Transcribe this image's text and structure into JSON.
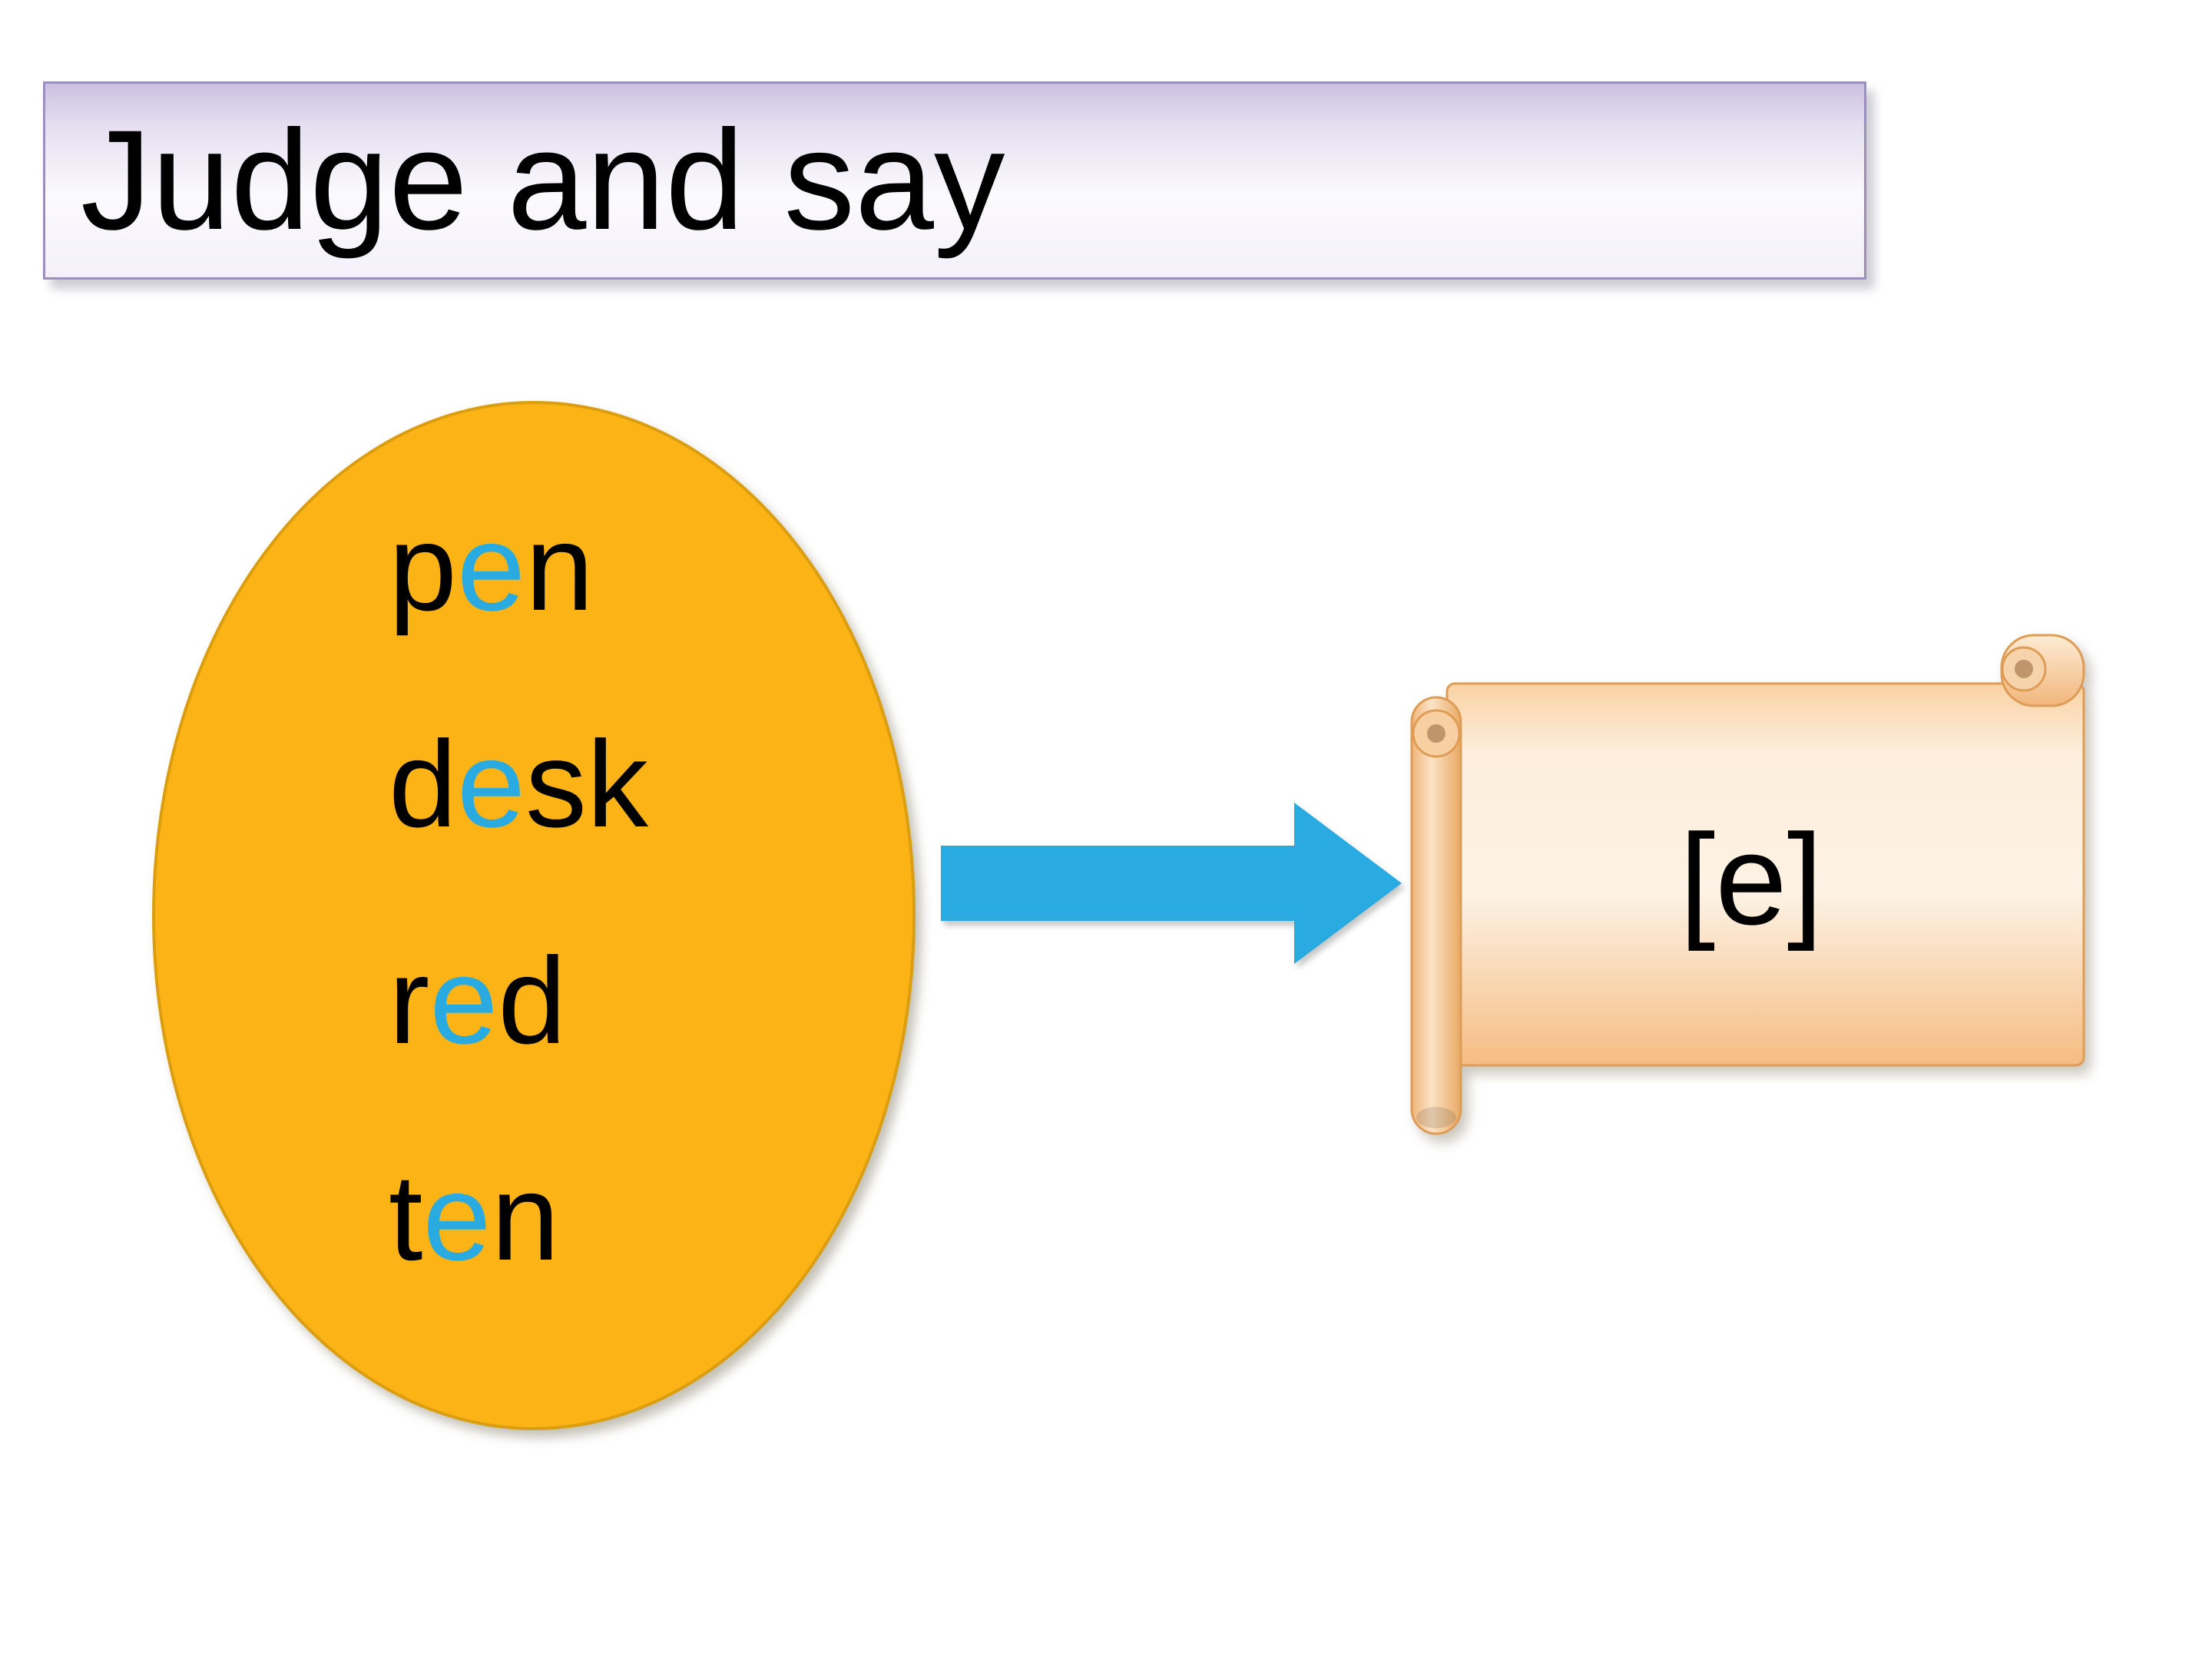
{
  "slide": {
    "title": "Judge and say",
    "words": [
      {
        "before": "p",
        "vowel": "e",
        "after": "n"
      },
      {
        "before": "d",
        "vowel": "e",
        "after": "sk"
      },
      {
        "before": "r",
        "vowel": "e",
        "after": "d"
      },
      {
        "before": "t",
        "vowel": "e",
        "after": "n"
      }
    ],
    "phonetic": "[e]",
    "arrow": {
      "direction": "right"
    },
    "colors": {
      "banner_top": "#CBC0E0",
      "banner_border": "#9A8FC0",
      "ellipse_fill": "#FCB315",
      "ellipse_border": "#DB9E10",
      "vowel_blue": "#29ABE2",
      "arrow_blue": "#29ABE2",
      "scroll_light": "#FDEEDC",
      "scroll_mid": "#FAD2A3",
      "scroll_dark": "#F5BC82",
      "scroll_border": "#DE9D57",
      "text_black": "#000000"
    }
  }
}
